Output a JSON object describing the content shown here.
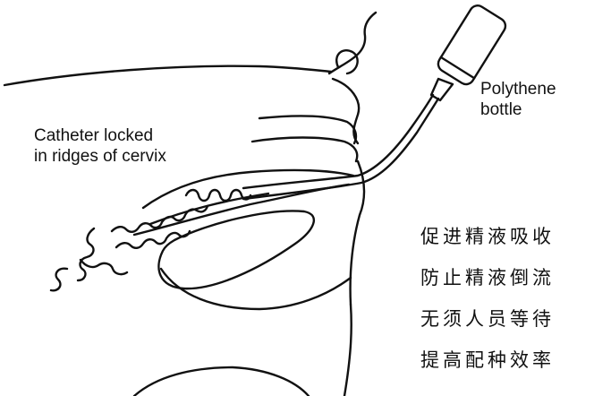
{
  "labels": {
    "catheter": [
      "Catheter locked",
      "in ridges of cervix"
    ],
    "bottle": [
      "Polythene",
      "bottle"
    ]
  },
  "benefits": [
    "促进精液吸收",
    "防止精液倒流",
    "无须人员等待",
    "提高配种效率"
  ],
  "colors": {
    "ink": "#111111",
    "background": "#ffffff"
  }
}
